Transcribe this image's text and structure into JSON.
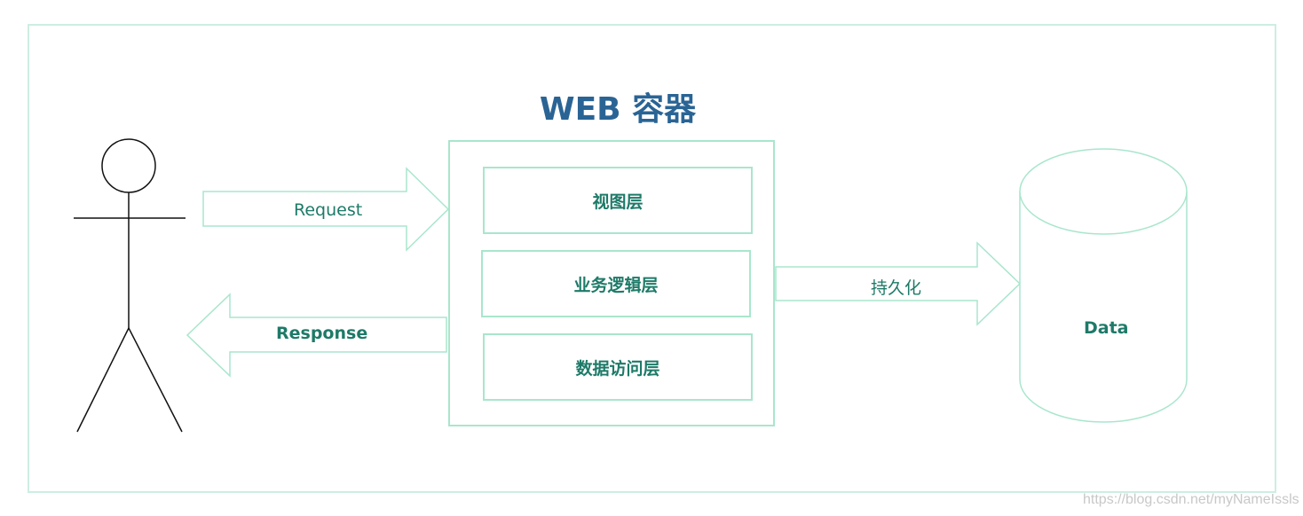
{
  "title": "WEB 容器",
  "layers": [
    "视图层",
    "业务逻辑层",
    "数据访问层"
  ],
  "arrows": {
    "request": "Request",
    "response": "Response",
    "persist": "持久化"
  },
  "data_store": "Data",
  "watermark": "https://blog.csdn.net/myNameIssls",
  "colors": {
    "title": "#2a6495",
    "text": "#1e7a68",
    "stroke": "#a9e6cd",
    "frame": "#cdeee2"
  }
}
